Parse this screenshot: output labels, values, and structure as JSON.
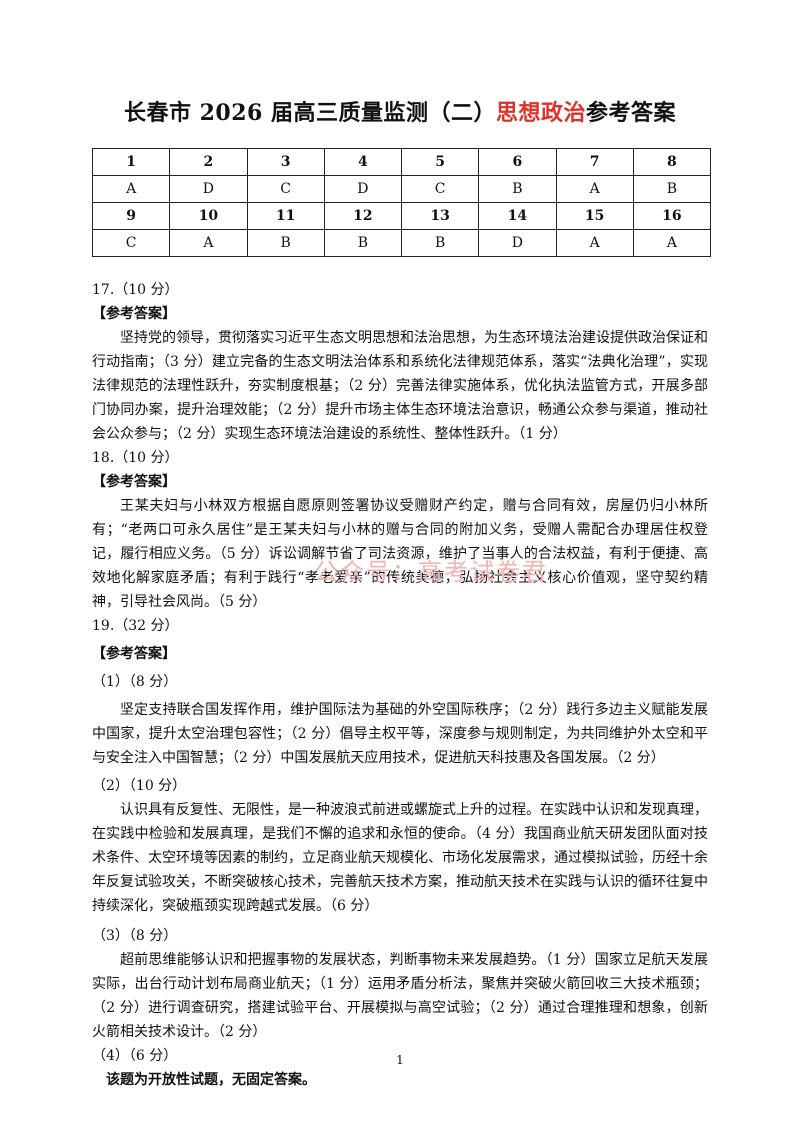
{
  "title": {
    "part1": "长春市 2026 届高三质量监测（二）",
    "part2": "思想政治",
    "part3": "参考答案"
  },
  "answer_table": {
    "rows": [
      [
        "1",
        "2",
        "3",
        "4",
        "5",
        "6",
        "7",
        "8"
      ],
      [
        "A",
        "D",
        "C",
        "D",
        "C",
        "B",
        "A",
        "B"
      ],
      [
        "9",
        "10",
        "11",
        "12",
        "13",
        "14",
        "15",
        "16"
      ],
      [
        "C",
        "A",
        "B",
        "B",
        "B",
        "D",
        "A",
        "A"
      ]
    ]
  },
  "q17": {
    "heading": "17.（10 分）",
    "ref": "【参考答案】",
    "text": "坚持党的领导，贯彻落实习近平生态文明思想和法治思想，为生态环境法治建设提供政治保证和行动指南；（3 分）建立完备的生态文明法治体系和系统化法律规范体系，落实“法典化治理”，实现法律规范的法理性跃升，夯实制度根基；（2 分）完善法律实施体系，优化执法监管方式，开展多部门协同办案，提升治理效能；（2 分）提升市场主体生态环境法治意识，畅通公众参与渠道，推动社会公众参与；（2 分）实现生态环境法治建设的系统性、整体性跃升。（1 分）"
  },
  "q18": {
    "heading": "18.（10 分）",
    "ref": "【参考答案】",
    "text": "王某夫妇与小林双方根据自愿原则签署协议受赠财产约定，赠与合同有效，房屋仍归小林所有；“老两口可永久居住”是王某夫妇与小林的赠与合同的附加义务，受赠人需配合办理居住权登记，履行相应义务。（5 分）诉讼调解节省了司法资源，维护了当事人的合法权益，有利于便捷、高效地化解家庭矛盾；有利于践行“孝老爱亲”的传统美德，弘扬社会主义核心价值观，坚守契约精神，引导社会风尚。（5 分）"
  },
  "watermark": "公众号：高考试卷君",
  "q19": {
    "heading": "19.（32 分）",
    "ref": "【参考答案】",
    "parts": [
      {
        "label": "（1）（8 分）",
        "text": "坚定支持联合国发挥作用，维护国际法为基础的外空国际秩序；（2 分）践行多边主义赋能发展中国家，提升太空治理包容性；（2 分）倡导主权平等，深度参与规则制定，为共同维护外太空和平与安全注入中国智慧；（2 分）中国发展航天应用技术，促进航天科技惠及各国发展。（2 分）"
      },
      {
        "label": "（2）（10 分）",
        "text": "认识具有反复性、无限性，是一种波浪式前进或螺旋式上升的过程。在实践中认识和发现真理，在实践中检验和发展真理，是我们不懈的追求和永恒的使命。（4 分）我国商业航天研发团队面对技术条件、太空环境等因素的制约，立足商业航天规模化、市场化发展需求，通过模拟试验，历经十余年反复试验攻关，不断突破核心技术，完善航天技术方案，推动航天技术在实践与认识的循环往复中持续深化，突破瓶颈实现跨越式发展。（6 分）"
      },
      {
        "label": "（3）（8 分）",
        "text": "超前思维能够认识和把握事物的发展状态，判断事物未来发展趋势。（1 分）国家立足航天发展实际，出台行动计划布局商业航天；（1 分）运用矛盾分析法，聚焦并突破火箭回收三大技术瓶颈；（2 分）进行调查研究，搭建试验平台、开展模拟与高空试验；（2 分）通过合理推理和想象，创新火箭相关技术设计。（2 分）"
      },
      {
        "label": "（4）（6 分）",
        "text": "该题为开放性试题，无固定答案。"
      }
    ]
  },
  "page_number": "1"
}
